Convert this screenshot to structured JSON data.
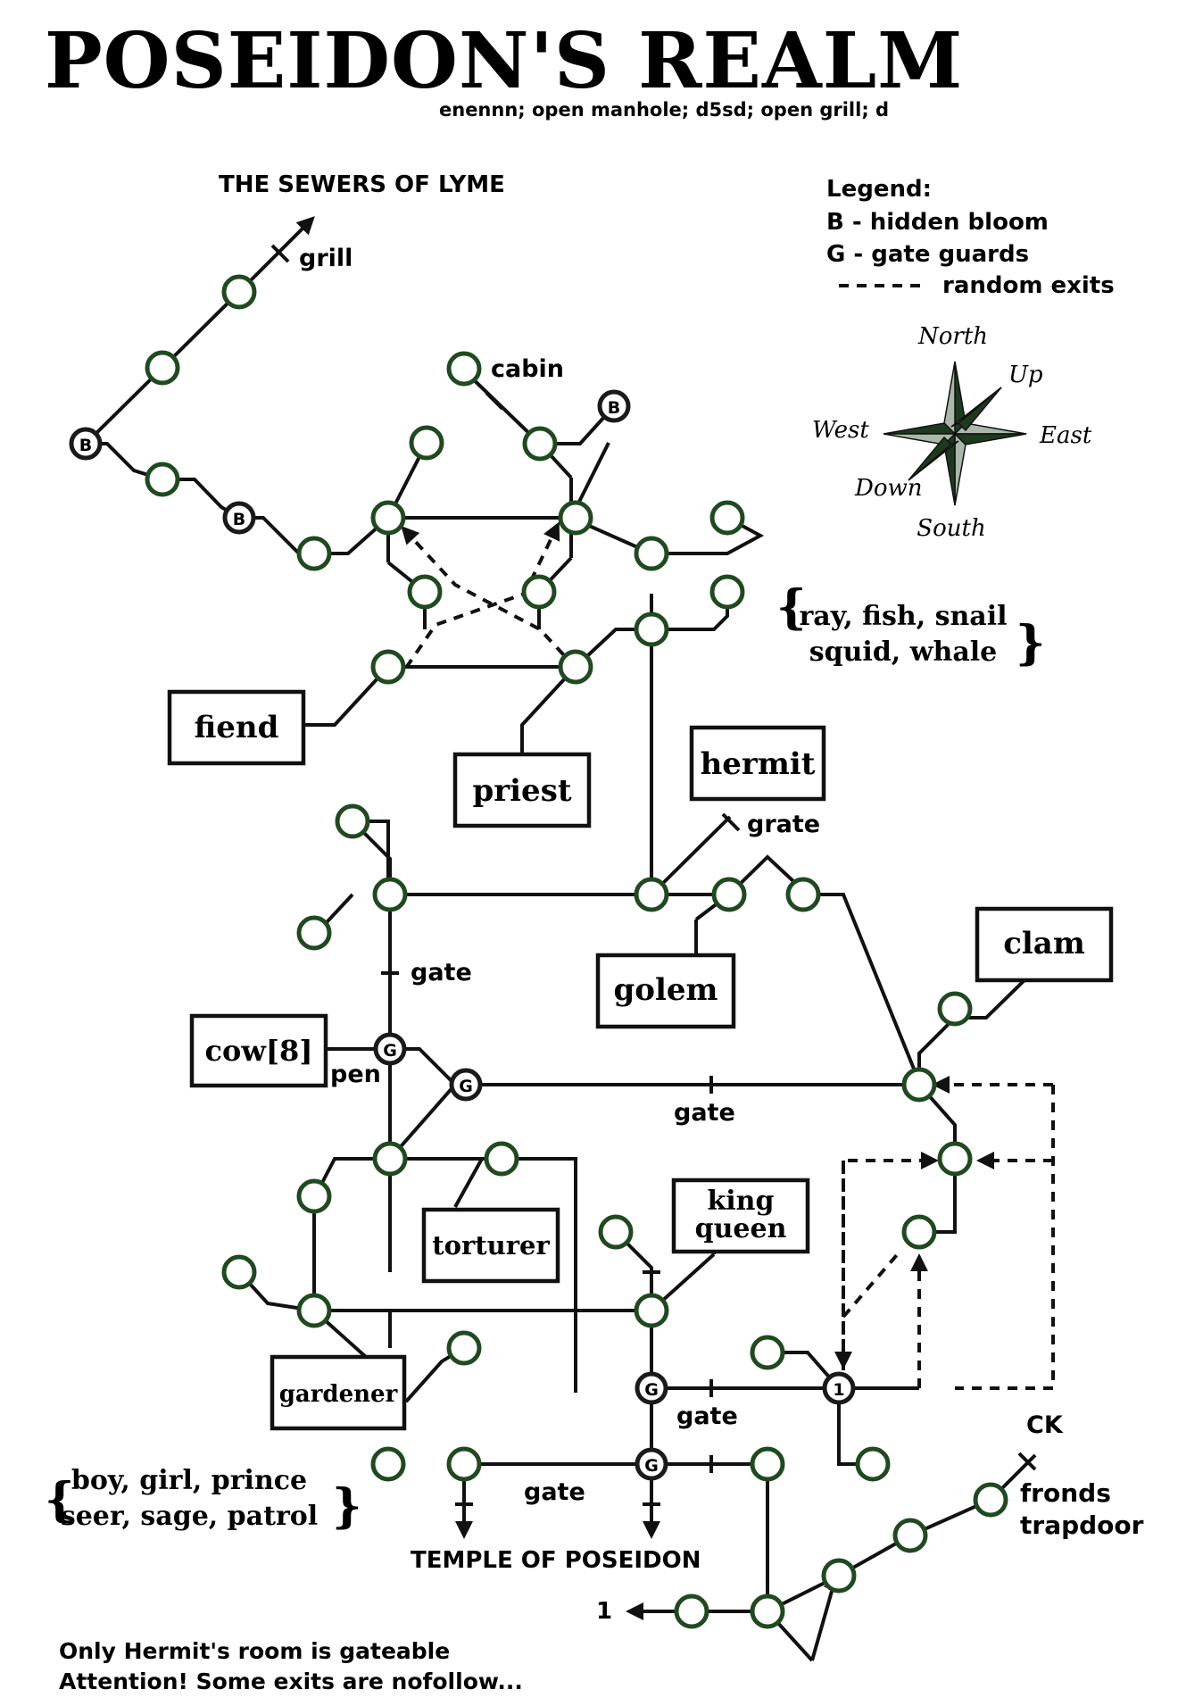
{
  "title": "POSEIDON'S REALM",
  "route": "enennn; open manhole; d5sd; open grill; d",
  "legend": {
    "heading": "Legend:",
    "items": [
      "B - hidden bloom",
      "G - gate guards",
      "random exits"
    ]
  },
  "compass": {
    "north": "North",
    "south": "South",
    "east": "East",
    "west": "West",
    "up": "Up",
    "down": "Down"
  },
  "areas": {
    "sewers": "THE SEWERS OF LYME",
    "temple": "TEMPLE OF POSEIDON"
  },
  "labels": {
    "grill": "grill",
    "cabin": "cabin",
    "grate": "grate",
    "gate": "gate",
    "pen": "pen",
    "ck": "CK",
    "fronds": "fronds",
    "trapdoor": "trapdoor",
    "exit_one": "1"
  },
  "mobs": {
    "fiend": "fiend",
    "priest": "priest",
    "hermit": "hermit",
    "golem": "golem",
    "clam": "clam",
    "cow": "cow[8]",
    "torturer": "torturer",
    "king": "king",
    "queen": "queen",
    "gardener": "gardener"
  },
  "mob_groups": {
    "sea_line1": "ray, fish, snail",
    "sea_line2": "squid, whale",
    "temple_line1": "boy, girl, prince",
    "temple_line2": "seer, sage, patrol"
  },
  "markers": {
    "bloom": "B",
    "guard": "G",
    "one": "1"
  },
  "notes": [
    "Only Hermit's room is gateable",
    "Attention! Some exits are nofollow..."
  ],
  "colors": {
    "room_stroke": "#1f4a1f",
    "compass_dark": "#1e3a1e",
    "compass_light": "#a9b8a9"
  }
}
